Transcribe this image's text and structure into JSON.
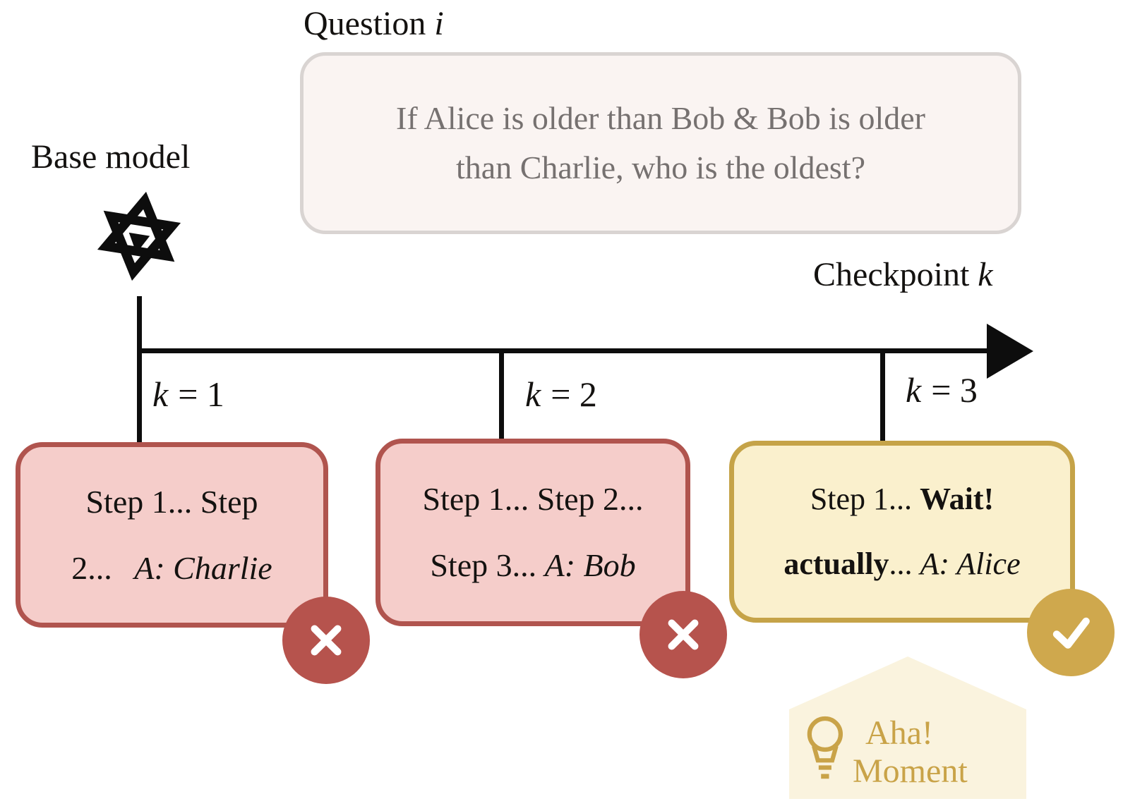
{
  "question": {
    "heading": {
      "text": "Question ",
      "variable": "i"
    },
    "line1": "If Alice is older than Bob & Bob is older",
    "line2": "than Charlie, who is the oldest?"
  },
  "base_model": {
    "label": "Base model",
    "logo": "model-knot-logo-icon"
  },
  "timeline": {
    "heading": {
      "text": "Checkpoint ",
      "variable": "k"
    },
    "ticks": [
      {
        "variable": "k",
        "equation": "= 1"
      },
      {
        "variable": "k",
        "equation": "= 2"
      },
      {
        "variable": "k",
        "equation": "= 3"
      }
    ]
  },
  "checkpoints": [
    {
      "k": "1",
      "status": "incorrect",
      "line1": "Step 1... Step",
      "line2_prefix": "2... ",
      "answer": "A: Charlie",
      "badge_icon": "cross-icon"
    },
    {
      "k": "2",
      "status": "incorrect",
      "line1": "Step 1... Step 2...",
      "line2_prefix": "Step 3... ",
      "answer": "A: Bob",
      "badge_icon": "cross-icon"
    },
    {
      "k": "3",
      "status": "correct",
      "line1_prefix": "Step 1... ",
      "line1_bold": "Wait!",
      "line2_bold": "actually",
      "line2_infix": "... ",
      "answer": "A: Alice",
      "badge_icon": "check-icon"
    }
  ],
  "aha_callout": {
    "icon": "lightbulb-icon",
    "line1": "Aha!",
    "line2": "Moment"
  },
  "colors": {
    "incorrect_fill": "#f5cdca",
    "incorrect_border": "#b0544e",
    "incorrect_badge": "#b6534d",
    "correct_fill": "#faf0cd",
    "correct_border": "#c5a348",
    "correct_badge": "#cfa84d",
    "aha_bg": "#faf3de",
    "aha_text": "#c9a348",
    "question_fill": "#faf4f2",
    "question_border": "#d9d4d2",
    "question_text": "#767170"
  }
}
